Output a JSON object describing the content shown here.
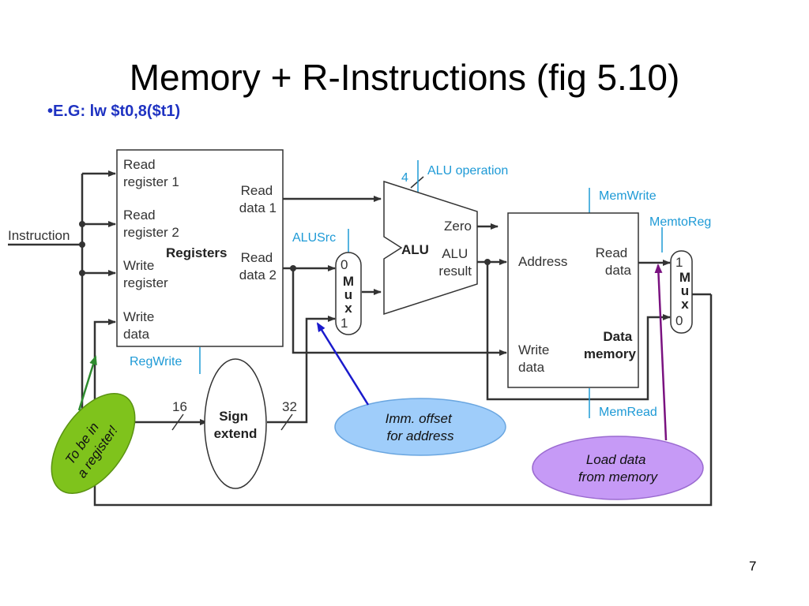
{
  "slide": {
    "title": "Memory + R-Instructions (fig 5.10)",
    "bullet": "•E.G: lw $t0,8($t1)",
    "page_number": "7"
  },
  "input": {
    "label": "Instruction"
  },
  "registers": {
    "read_register_1": [
      "Read",
      "register 1"
    ],
    "read_register_2": [
      "Read",
      "register 2"
    ],
    "write_register": [
      "Write",
      "register"
    ],
    "write_data": [
      "Write",
      "data"
    ],
    "read_data_1": [
      "Read",
      "data 1"
    ],
    "read_data_2": [
      "Read",
      "data 2"
    ],
    "name": "Registers"
  },
  "alu_mux": {
    "in0": "0",
    "in1": "1",
    "letters": [
      "M",
      "u",
      "x"
    ]
  },
  "alu": {
    "name": "ALU",
    "zero": "Zero",
    "result": [
      "ALU",
      "result"
    ]
  },
  "data_memory": {
    "address": "Address",
    "read_data": [
      "Read",
      "data"
    ],
    "write_data": [
      "Write",
      "data"
    ],
    "name": [
      "Data",
      "memory"
    ]
  },
  "wb_mux": {
    "in1": "1",
    "in0": "0",
    "letters": [
      "M",
      "u",
      "x"
    ]
  },
  "sign_extend": {
    "name": [
      "Sign",
      "extend"
    ],
    "in_width": "16",
    "out_width": "32"
  },
  "control_signals": {
    "alu_operation": "ALU operation",
    "alu_op_width": "4",
    "mem_write": "MemWrite",
    "mem_to_reg": "MemtoReg",
    "alu_src": "ALUSrc",
    "reg_write": "RegWrite",
    "mem_read": "MemRead"
  },
  "callouts": {
    "register": [
      "To be in",
      "a register!"
    ],
    "imm_offset": [
      "Imm. offset",
      "for address"
    ],
    "load_data": [
      "Load data",
      "from memory"
    ]
  },
  "colors": {
    "title_text": "#000000",
    "bullet_text": "#1f33c2",
    "control_signal": "#1e9ad6",
    "wire": "#333333",
    "callout_register_fill": "#7fc31c",
    "callout_imm_fill": "#9fcdfa",
    "callout_load_fill": "#c69af6",
    "arrow_green": "#2e8b2e",
    "arrow_blue": "#1a1acc",
    "arrow_purple": "#7a1280"
  }
}
